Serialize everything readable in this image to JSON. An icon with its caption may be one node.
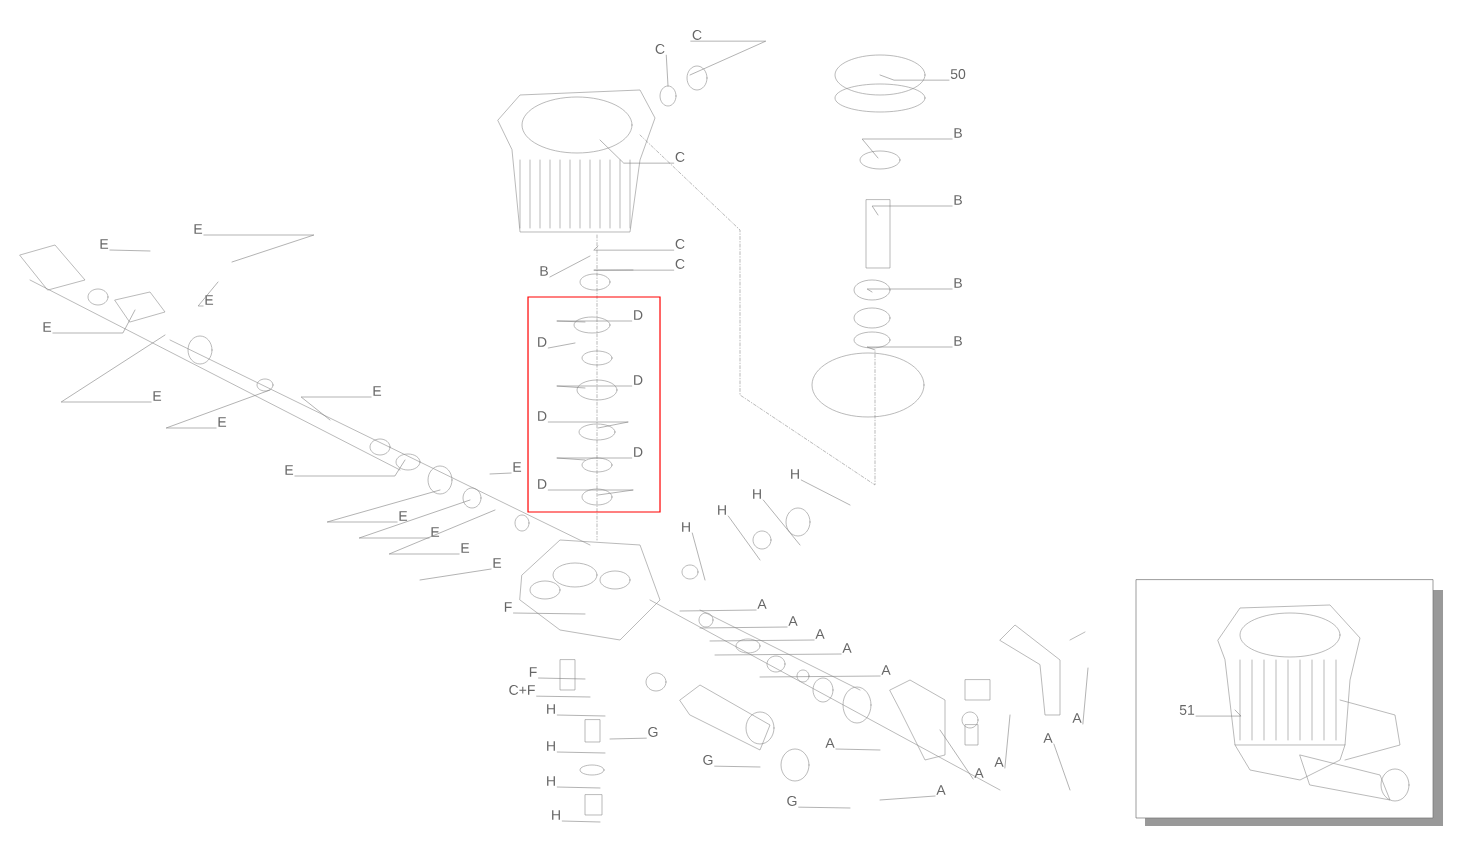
{
  "diagram": {
    "nodes": [
      {
        "text": [
          "C"
        ]
      },
      {
        "text": [
          "C"
        ]
      },
      {
        "text": [
          "C"
        ]
      },
      {
        "text": [
          "C"
        ]
      },
      {
        "text": [
          "C"
        ]
      },
      {
        "text": [
          "B"
        ]
      },
      {
        "text": [
          "50"
        ]
      },
      {
        "text": [
          "B"
        ]
      },
      {
        "text": [
          "B"
        ]
      },
      {
        "text": [
          "B"
        ]
      },
      {
        "text": [
          "B"
        ]
      },
      {
        "text": [
          "D"
        ]
      },
      {
        "text": [
          "D"
        ]
      },
      {
        "text": [
          "D"
        ]
      },
      {
        "text": [
          "D"
        ]
      },
      {
        "text": [
          "D"
        ]
      },
      {
        "text": [
          "D"
        ]
      },
      {
        "text": [
          "E"
        ]
      },
      {
        "text": [
          "E"
        ]
      },
      {
        "text": [
          "E"
        ]
      },
      {
        "text": [
          "E"
        ]
      },
      {
        "text": [
          "E"
        ]
      },
      {
        "text": [
          "E"
        ]
      },
      {
        "text": [
          "E"
        ]
      },
      {
        "text": [
          "E"
        ]
      },
      {
        "text": [
          "E"
        ]
      },
      {
        "text": [
          "E"
        ]
      },
      {
        "text": [
          "E"
        ]
      },
      {
        "text": [
          "E"
        ]
      },
      {
        "text": [
          "E"
        ]
      },
      {
        "text": [
          "H"
        ]
      },
      {
        "text": [
          "H"
        ]
      },
      {
        "text": [
          "H"
        ]
      },
      {
        "text": [
          "H"
        ]
      },
      {
        "text": [
          "F"
        ]
      },
      {
        "text": [
          "A"
        ]
      },
      {
        "text": [
          "A"
        ]
      },
      {
        "text": [
          "A"
        ]
      },
      {
        "text": [
          "A"
        ]
      },
      {
        "text": [
          "A"
        ]
      },
      {
        "text": [
          "F"
        ]
      },
      {
        "text": [
          "C+F"
        ]
      },
      {
        "text": [
          "H"
        ]
      },
      {
        "text": [
          "G"
        ]
      },
      {
        "text": [
          "H"
        ]
      },
      {
        "text": [
          "H"
        ]
      },
      {
        "text": [
          "H"
        ]
      },
      {
        "text": [
          "G"
        ]
      },
      {
        "text": [
          "A"
        ]
      },
      {
        "text": [
          "G"
        ]
      },
      {
        "text": [
          "A"
        ]
      },
      {
        "text": [
          "A"
        ]
      },
      {
        "text": [
          "A"
        ]
      },
      {
        "text": [
          "A"
        ]
      },
      {
        "text": [
          "A"
        ]
      },
      {
        "text": [
          "51"
        ]
      }
    ],
    "edges": [
      {
        "from": 0,
        "to": null,
        "arrow": "none"
      },
      {
        "from": 1,
        "to": null,
        "arrow": "none"
      },
      {
        "from": 2,
        "to": null,
        "arrow": "none"
      },
      {
        "from": 3,
        "to": null,
        "arrow": "none"
      },
      {
        "from": 4,
        "to": null,
        "arrow": "none"
      },
      {
        "from": 5,
        "to": null,
        "arrow": "none"
      },
      {
        "from": 6,
        "to": null,
        "arrow": "none"
      },
      {
        "from": 7,
        "to": null,
        "arrow": "none"
      },
      {
        "from": 8,
        "to": null,
        "arrow": "none"
      },
      {
        "from": 9,
        "to": null,
        "arrow": "none"
      },
      {
        "from": 10,
        "to": null,
        "arrow": "none"
      },
      {
        "from": 11,
        "to": null,
        "arrow": "none"
      },
      {
        "from": 12,
        "to": null,
        "arrow": "none"
      },
      {
        "from": 13,
        "to": null,
        "arrow": "none"
      },
      {
        "from": 14,
        "to": null,
        "arrow": "none"
      },
      {
        "from": 15,
        "to": null,
        "arrow": "none"
      },
      {
        "from": 16,
        "to": null,
        "arrow": "none"
      },
      {
        "from": 17,
        "to": null,
        "arrow": "none"
      },
      {
        "from": 18,
        "to": null,
        "arrow": "none"
      },
      {
        "from": 19,
        "to": null,
        "arrow": "none"
      },
      {
        "from": 20,
        "to": null,
        "arrow": "none"
      },
      {
        "from": 21,
        "to": null,
        "arrow": "none"
      },
      {
        "from": 22,
        "to": null,
        "arrow": "none"
      },
      {
        "from": 23,
        "to": null,
        "arrow": "none"
      },
      {
        "from": 24,
        "to": null,
        "arrow": "none"
      },
      {
        "from": 25,
        "to": null,
        "arrow": "none"
      },
      {
        "from": 26,
        "to": null,
        "arrow": "none"
      },
      {
        "from": 27,
        "to": null,
        "arrow": "none"
      },
      {
        "from": 28,
        "to": null,
        "arrow": "none"
      },
      {
        "from": 29,
        "to": null,
        "arrow": "none"
      },
      {
        "from": 30,
        "to": null,
        "arrow": "none"
      },
      {
        "from": 31,
        "to": null,
        "arrow": "none"
      },
      {
        "from": 32,
        "to": null,
        "arrow": "none"
      },
      {
        "from": 33,
        "to": null,
        "arrow": "none"
      },
      {
        "from": 34,
        "to": null,
        "arrow": "none"
      },
      {
        "from": 35,
        "to": null,
        "arrow": "none"
      },
      {
        "from": 36,
        "to": null,
        "arrow": "none"
      },
      {
        "from": 37,
        "to": null,
        "arrow": "none"
      },
      {
        "from": 38,
        "to": null,
        "arrow": "none"
      },
      {
        "from": 39,
        "to": null,
        "arrow": "none"
      },
      {
        "from": 40,
        "to": null,
        "arrow": "none"
      },
      {
        "from": 41,
        "to": null,
        "arrow": "none"
      },
      {
        "from": 42,
        "to": null,
        "arrow": "none"
      },
      {
        "from": 43,
        "to": null,
        "arrow": "none"
      },
      {
        "from": 44,
        "to": null,
        "arrow": "none"
      },
      {
        "from": 45,
        "to": null,
        "arrow": "none"
      },
      {
        "from": 46,
        "to": null,
        "arrow": "none"
      },
      {
        "from": 47,
        "to": null,
        "arrow": "none"
      },
      {
        "from": 48,
        "to": null,
        "arrow": "none"
      },
      {
        "from": 49,
        "to": null,
        "arrow": "none"
      },
      {
        "from": 50,
        "to": null,
        "arrow": "none"
      },
      {
        "from": 51,
        "to": null,
        "arrow": "none"
      },
      {
        "from": 52,
        "to": null,
        "arrow": "none"
      },
      {
        "from": 53,
        "to": null,
        "arrow": "none"
      },
      {
        "from": 54,
        "to": null,
        "arrow": "none"
      },
      {
        "from": 55,
        "to": null,
        "arrow": "none"
      }
    ]
  }
}
